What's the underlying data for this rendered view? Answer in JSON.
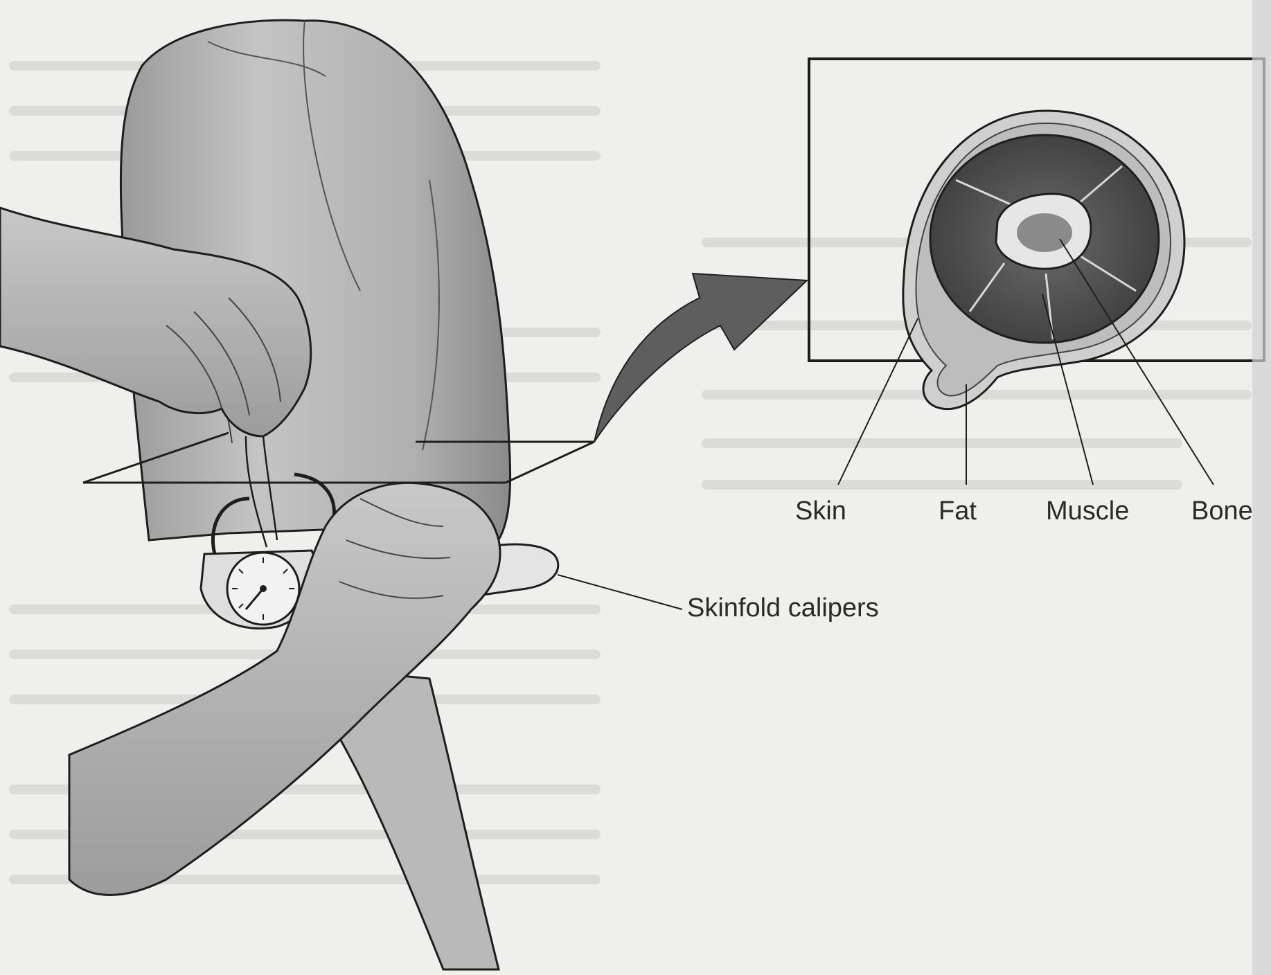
{
  "figure": {
    "labels": {
      "skin": "Skin",
      "fat": "Fat",
      "muscle": "Muscle",
      "bone": "Bone",
      "calipers": "Skinfold calipers"
    },
    "colors": {
      "paper": "#efefed",
      "line": "#1e1e1e",
      "skin_shade": "#a9a9a9",
      "muscle": "#555555",
      "fat": "#bdbdbd",
      "bone": "#e6e6e6"
    }
  }
}
